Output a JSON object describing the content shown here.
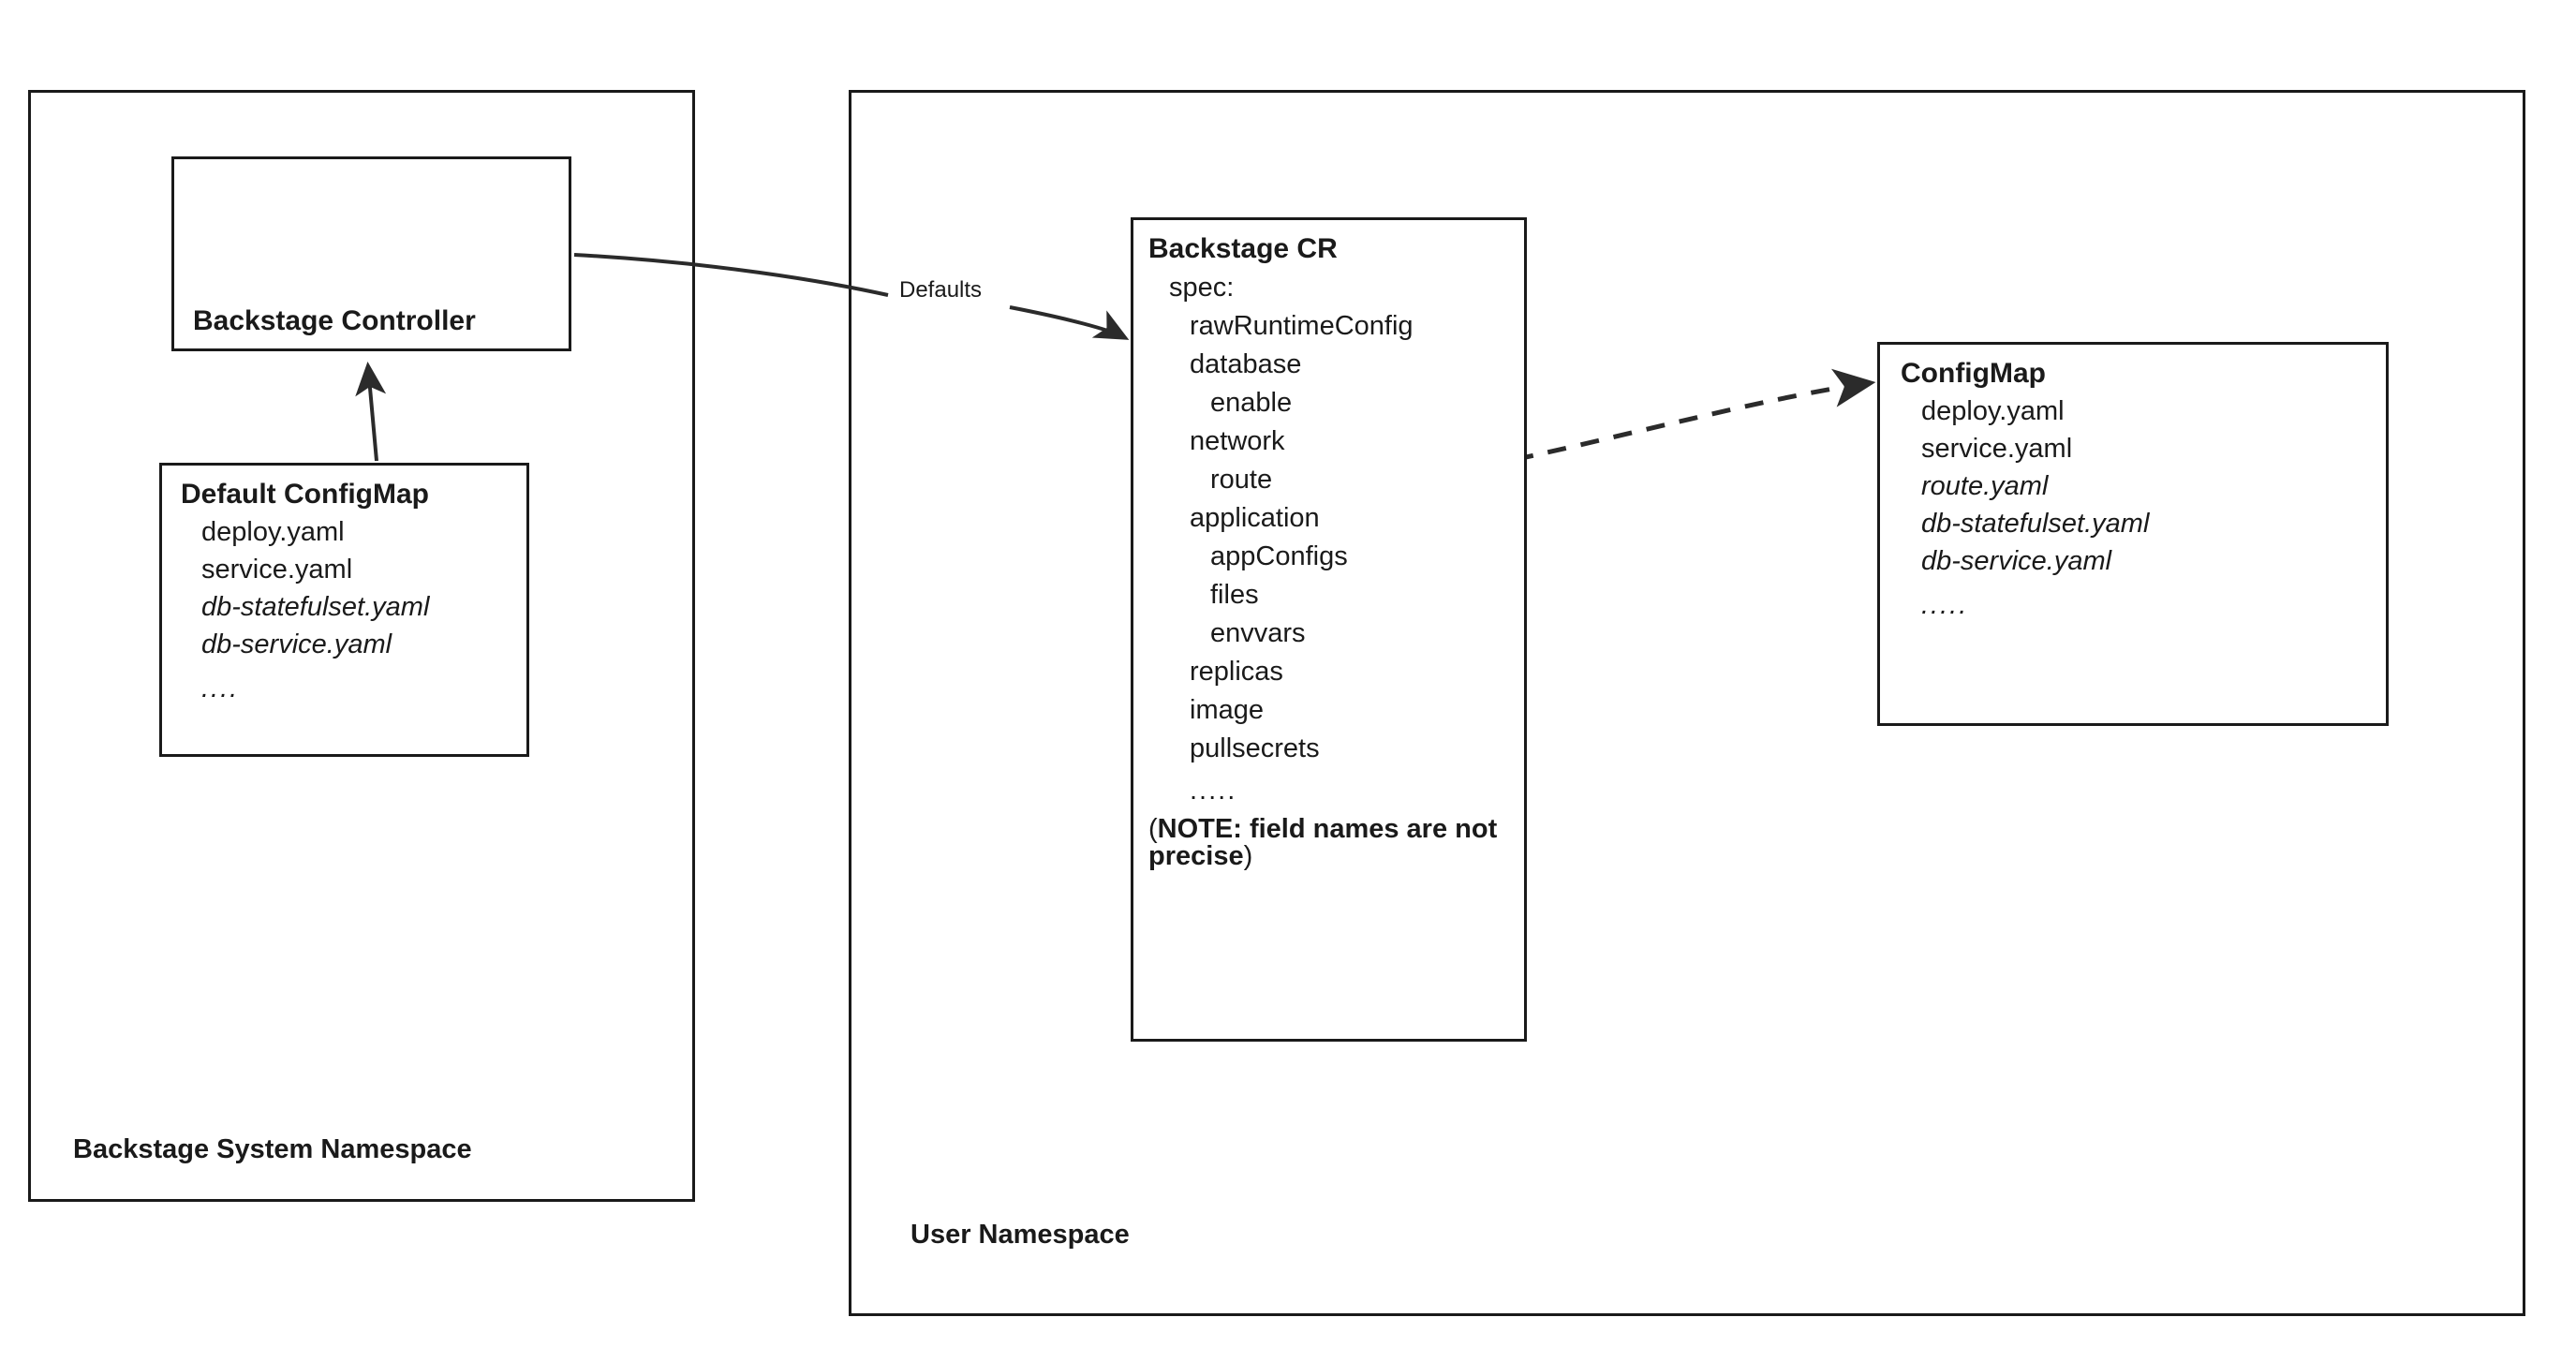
{
  "diagram": {
    "title_not_shown": "",
    "colors": {
      "stroke": "#1a1a1a",
      "background": "#ffffff"
    },
    "namespaces": [
      {
        "id": "backstage-system",
        "label": "Backstage System Namespace"
      },
      {
        "id": "user",
        "label": "User Namespace"
      }
    ],
    "nodes": {
      "controller": {
        "title": "Backstage Controller"
      },
      "default_configmap": {
        "title": "Default ConfigMap",
        "items": [
          {
            "text": "deploy.yaml",
            "italic": false
          },
          {
            "text": "service.yaml",
            "italic": false
          },
          {
            "text": "db-statefulset.yaml",
            "italic": true
          },
          {
            "text": "db-service.yaml",
            "italic": true
          },
          {
            "text": "....",
            "italic": true
          }
        ]
      },
      "backstage_cr": {
        "title": "Backstage CR",
        "items": [
          {
            "text": "spec:",
            "indent": 1
          },
          {
            "text": "rawRuntimeConfig",
            "indent": 2
          },
          {
            "text": "database",
            "indent": 2
          },
          {
            "text": "enable",
            "indent": 3
          },
          {
            "text": "network",
            "indent": 2
          },
          {
            "text": "route",
            "indent": 3
          },
          {
            "text": "application",
            "indent": 2
          },
          {
            "text": "appConfigs",
            "indent": 3
          },
          {
            "text": "files",
            "indent": 3
          },
          {
            "text": "envvars",
            "indent": 3
          },
          {
            "text": "replicas",
            "indent": 2
          },
          {
            "text": "image",
            "indent": 2
          },
          {
            "text": "pullsecrets",
            "indent": 2
          },
          {
            "text": ".....",
            "indent": 2
          }
        ],
        "note_open_paren": "(",
        "note_bold": "NOTE: field names are not precise",
        "note_close_paren": ")"
      },
      "configmap": {
        "title": "ConfigMap",
        "items": [
          {
            "text": "deploy.yaml",
            "italic": false
          },
          {
            "text": "service.yaml",
            "italic": false
          },
          {
            "text": "route.yaml",
            "italic": true
          },
          {
            "text": "db-statefulset.yaml",
            "italic": true
          },
          {
            "text": "db-service.yaml",
            "italic": true
          },
          {
            "text": ".....",
            "italic": true
          }
        ]
      }
    },
    "edges": [
      {
        "id": "defaults-edge",
        "from": "controller",
        "to": "backstage_cr",
        "label": "Defaults",
        "style": "solid"
      },
      {
        "id": "cm-to-controller",
        "from": "default_configmap",
        "to": "controller",
        "label": "",
        "style": "solid"
      },
      {
        "id": "cr-to-configmap",
        "from": "backstage_cr",
        "to": "configmap",
        "label": "",
        "style": "dashed"
      }
    ]
  }
}
